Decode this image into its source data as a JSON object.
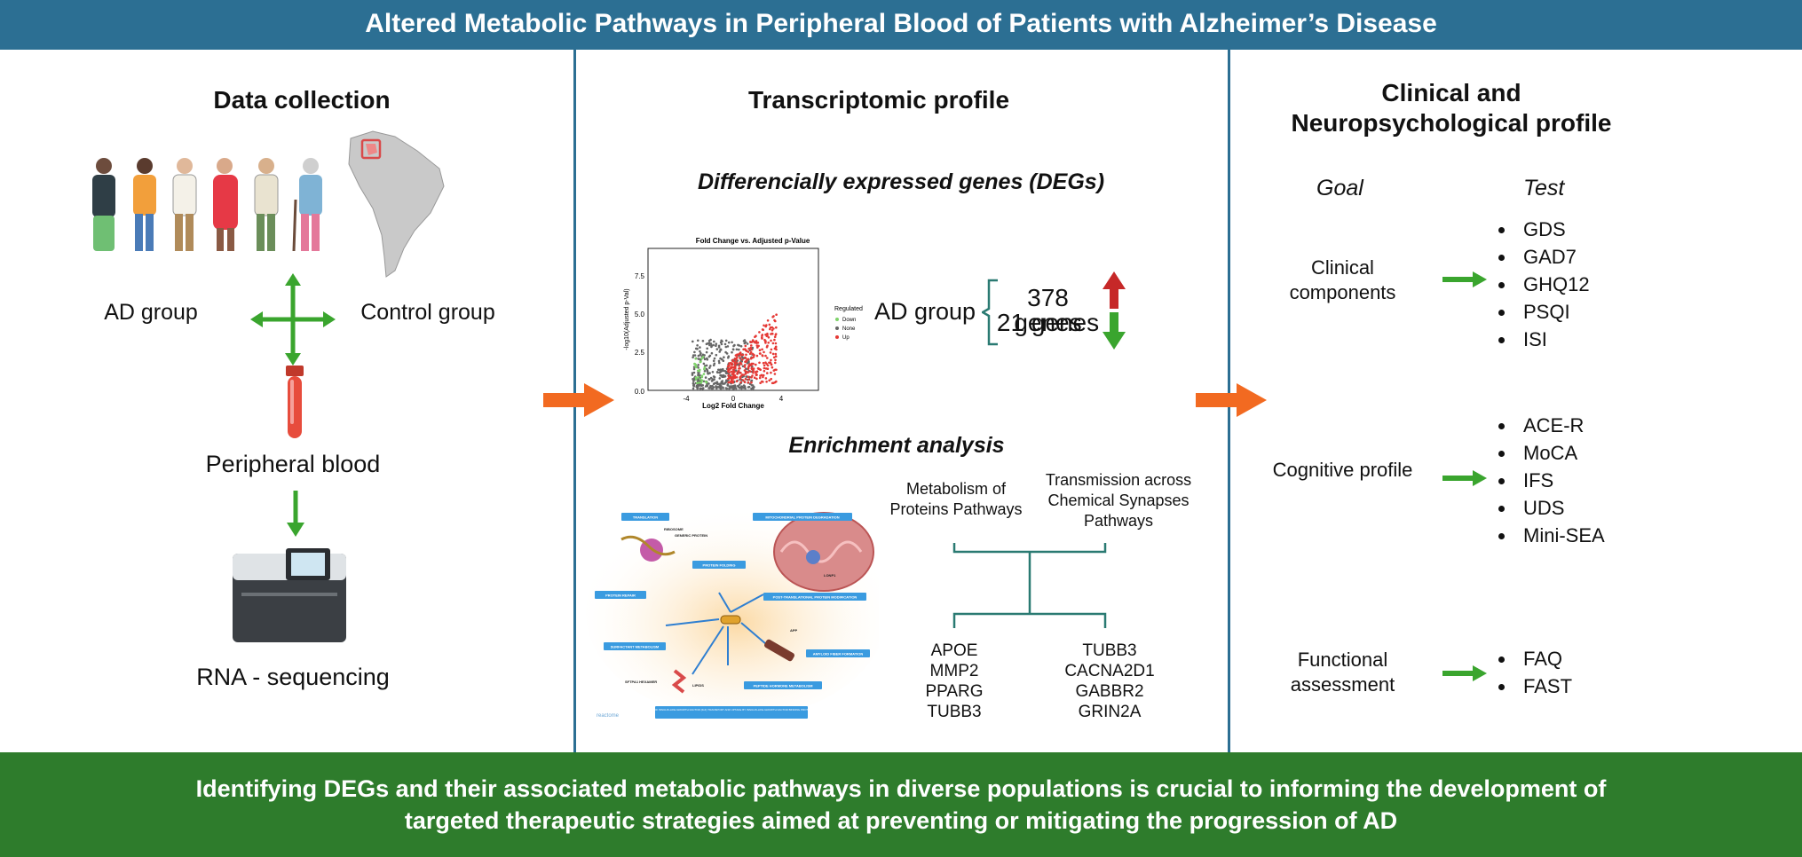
{
  "header": {
    "title": "Altered Metabolic Pathways in Peripheral Blood of Patients with Alzheimer’s Disease"
  },
  "footer": {
    "line1": "Identifying DEGs and their associated metabolic pathways in diverse populations is crucial to informing the development of",
    "line2": "targeted therapeutic strategies aimed at preventing or mitigating the progression of AD"
  },
  "data_collection": {
    "title": "Data collection",
    "ad_group": "AD group",
    "control_group": "Control group",
    "peripheral_blood": "Peripheral blood",
    "rna_sequencing": "RNA - sequencing"
  },
  "transcriptomic": {
    "title": "Transcriptomic profile",
    "degs_title": "Differencially expressed genes (DEGs)",
    "volcano": {
      "title": "Fold Change vs. Adjusted p-Value",
      "xlabel": "Log2 Fold Change",
      "ylabel": "-log10(Adjusted p-Val)",
      "xticks": [
        "-4",
        "0",
        "4"
      ],
      "yticks": [
        "0.0",
        "2.5",
        "5.0",
        "7.5"
      ],
      "legend_title": "Regulated",
      "legend": [
        "Down",
        "None",
        "Up"
      ],
      "colors": {
        "down": "#7fd36b",
        "none": "#666666",
        "up": "#e53935"
      }
    },
    "ad_group": "AD group",
    "up_genes": "378 genes",
    "down_genes": "21 genes",
    "enrichment_title": "Enrichment analysis",
    "pathway1": "Metabolism of Proteins Pathways",
    "pathway2": "Transmission across Chemical Synapses Pathways",
    "genes1": [
      "APOE",
      "MMP2",
      "PPARG",
      "TUBB3"
    ],
    "genes2": [
      "TUBB3",
      "CACNA2D1",
      "GABBR2",
      "GRIN2A"
    ],
    "reactome_labels": {
      "translation": "TRANSLATION",
      "ribosome": "RIBOSOME",
      "generic_protein": "GENERIC PROTEIN",
      "mito_degradation": "MITOCHONDRIAL PROTEIN DEGRADATION",
      "lonp1": "LONP1",
      "protein_folding": "PROTEIN FOLDING",
      "protein_repair": "PROTEIN REPAIR",
      "ptm": "POST-TRANSLATIONAL PROTEIN MODIFICATION",
      "surfactant": "SURFACTANT METABOLISM",
      "app": "APP",
      "amyloid": "AMYLOID FIBER FORMATION",
      "peptide_hormone": "PEPTIDE HORMONE METABOLISM",
      "lipids": "LIPIDS",
      "sftpa": "SFTPA1 HEXAMER",
      "igf": "REGULATION OF INSULIN-LIKE GROWTH FACTOR (IGF) TRANSPORT AND UPTAKE BY INSULIN-LIKE GROWTH FACTOR BINDING PROTEINS (IGFBPS)",
      "reactome": "reactome"
    }
  },
  "clinical": {
    "title_line1": "Clinical and",
    "title_line2": "Neuropsychological profile",
    "goal_header": "Goal",
    "test_header": "Test",
    "rows": [
      {
        "goal": "Clinical components",
        "tests": [
          "GDS",
          "GAD7",
          "GHQ12",
          "PSQI",
          "ISI"
        ]
      },
      {
        "goal": "Cognitive profile",
        "tests": [
          "ACE-R",
          "MoCA",
          "IFS",
          "UDS",
          "Mini-SEA"
        ]
      },
      {
        "goal": "Functional assessment",
        "tests": [
          "FAQ",
          "FAST"
        ]
      }
    ]
  },
  "colors": {
    "header_bg": "#2c6f93",
    "footer_bg": "#2e7c2c",
    "arrow_green": "#3aa52e",
    "arrow_orange": "#f26a21",
    "up_red": "#c62828",
    "down_green": "#3aa52e",
    "tree_teal": "#2a7a72"
  }
}
